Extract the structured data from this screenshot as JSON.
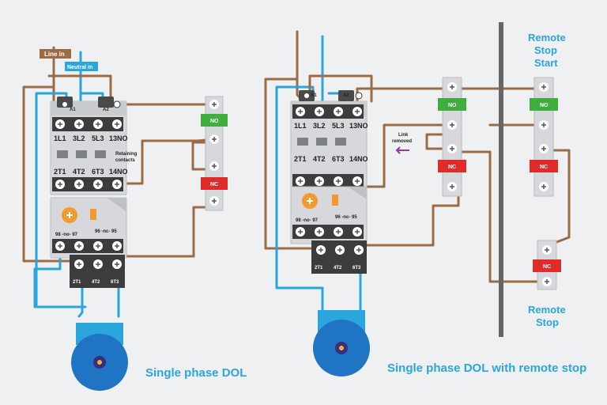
{
  "left_diagram": {
    "title": "Single phase DOL",
    "tag_line": "Line in",
    "tag_neutral": "Neutral in",
    "aux_a1": "A1",
    "aux_a2": "A2",
    "terminals_top": [
      "1L1",
      "3L2",
      "5L3",
      "13NO"
    ],
    "terminals_bottom": [
      "2T1",
      "4T2",
      "6T3",
      "14NO"
    ],
    "retaining_contacts": [
      "Retaining",
      "contacts"
    ],
    "overload_labels": [
      "98 -no- 97",
      "96 -nc- 95"
    ],
    "overload_bottom": [
      "2T1",
      "4T2",
      "6T3"
    ],
    "no_button": "NO",
    "nc_button": "NC"
  },
  "right_diagram": {
    "title": "Single phase DOL with remote stop",
    "aux_a1": "A1",
    "aux_a2": "A2",
    "terminals_top": [
      "1L1",
      "3L2",
      "5L3",
      "13NO"
    ],
    "terminals_bottom": [
      "2T1",
      "4T2",
      "6T3",
      "14NO"
    ],
    "overload_labels": [
      "98 -no- 97",
      "96 -nc- 95"
    ],
    "overload_bottom": [
      "2T1",
      "4T2",
      "6T3"
    ],
    "link_removed": [
      "Link",
      "removed"
    ],
    "no_button": "NO",
    "nc_button": "NC",
    "remote_start_label": [
      "Remote",
      "Stop",
      "Start"
    ],
    "remote_no_button": "NO",
    "remote_nc_button": "NC",
    "remote_stop_nc_button": "NC",
    "remote_stop_label": [
      "Remote",
      "Stop"
    ]
  },
  "colors": {
    "wire_brown": "#9a6b45",
    "wire_blue": "#2aa6dd",
    "no_green": "#3fae3f",
    "nc_red": "#e02b2b",
    "motor_blue": "#1f74c4",
    "divider": "#666666"
  }
}
